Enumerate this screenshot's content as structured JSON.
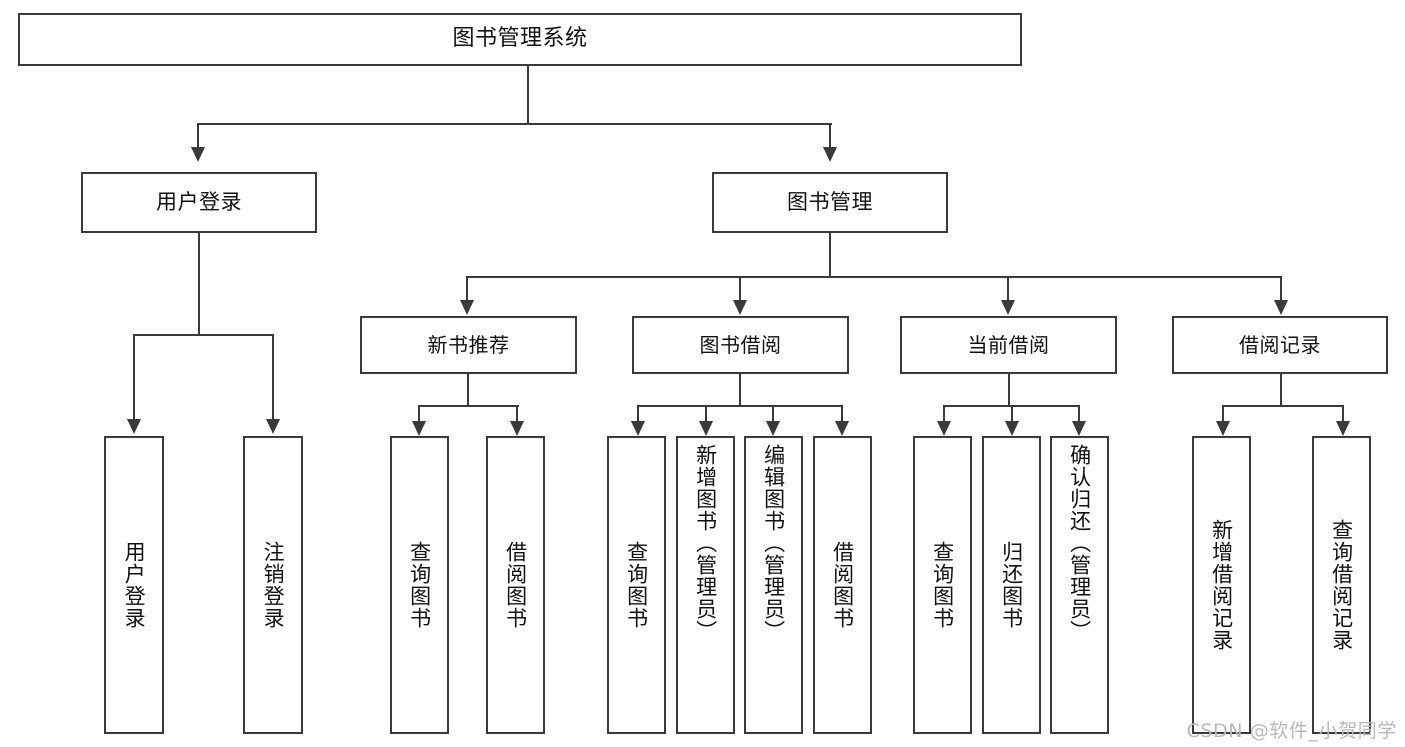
{
  "diagram": {
    "title": "图书管理系统",
    "root": {
      "label": "图书管理系统"
    },
    "level1": [
      {
        "label": "用户登录"
      },
      {
        "label": "图书管理"
      }
    ],
    "level2": [
      {
        "label": "新书推荐"
      },
      {
        "label": "图书借阅"
      },
      {
        "label": "当前借阅"
      },
      {
        "label": "借阅记录"
      }
    ],
    "leaves": {
      "user_login": [
        {
          "label": "用户登录"
        },
        {
          "label": "注销登录"
        }
      ],
      "new_book_recommend": [
        {
          "label": "查询图书"
        },
        {
          "label": "借阅图书"
        }
      ],
      "book_borrow": [
        {
          "label": "查询图书"
        },
        {
          "label": "新增图书（管理员）"
        },
        {
          "label": "编辑图书（管理员）"
        },
        {
          "label": "借阅图书"
        }
      ],
      "current_borrow": [
        {
          "label": "查询图书"
        },
        {
          "label": "归还图书"
        },
        {
          "label": "确认归还（管理员）"
        }
      ],
      "borrow_record": [
        {
          "label": "新增借阅记录"
        },
        {
          "label": "查询借阅记录"
        }
      ]
    }
  },
  "watermark": {
    "text": "CSDN @软件_小贺同学"
  },
  "colors": {
    "stroke": "#3a3a3a",
    "text": "#111111",
    "background": "#ffffff",
    "watermark": "#b9b9b9"
  }
}
